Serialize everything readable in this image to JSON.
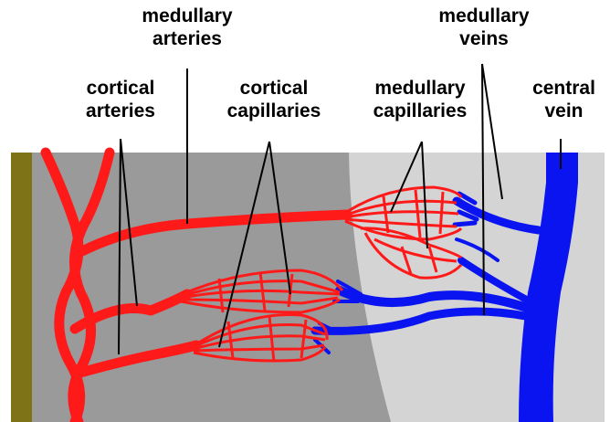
{
  "colors": {
    "cortex": "#9a9a9a",
    "medulla": "#d4d4d4",
    "capsule": "#7f7318",
    "artery": "#ff1a1a",
    "vein": "#0a14f0",
    "leader": "#000000"
  },
  "labels": {
    "medullary_arteries": [
      "medullary",
      "arteries"
    ],
    "medullary_veins": [
      "medullary",
      "veins"
    ],
    "cortical_arteries": [
      "cortical",
      "arteries"
    ],
    "cortical_capillaries": [
      "cortical",
      "capillaries"
    ],
    "medullary_capillaries": [
      "medullary",
      "capillaries"
    ],
    "central_vein": [
      "central",
      "vein"
    ]
  }
}
